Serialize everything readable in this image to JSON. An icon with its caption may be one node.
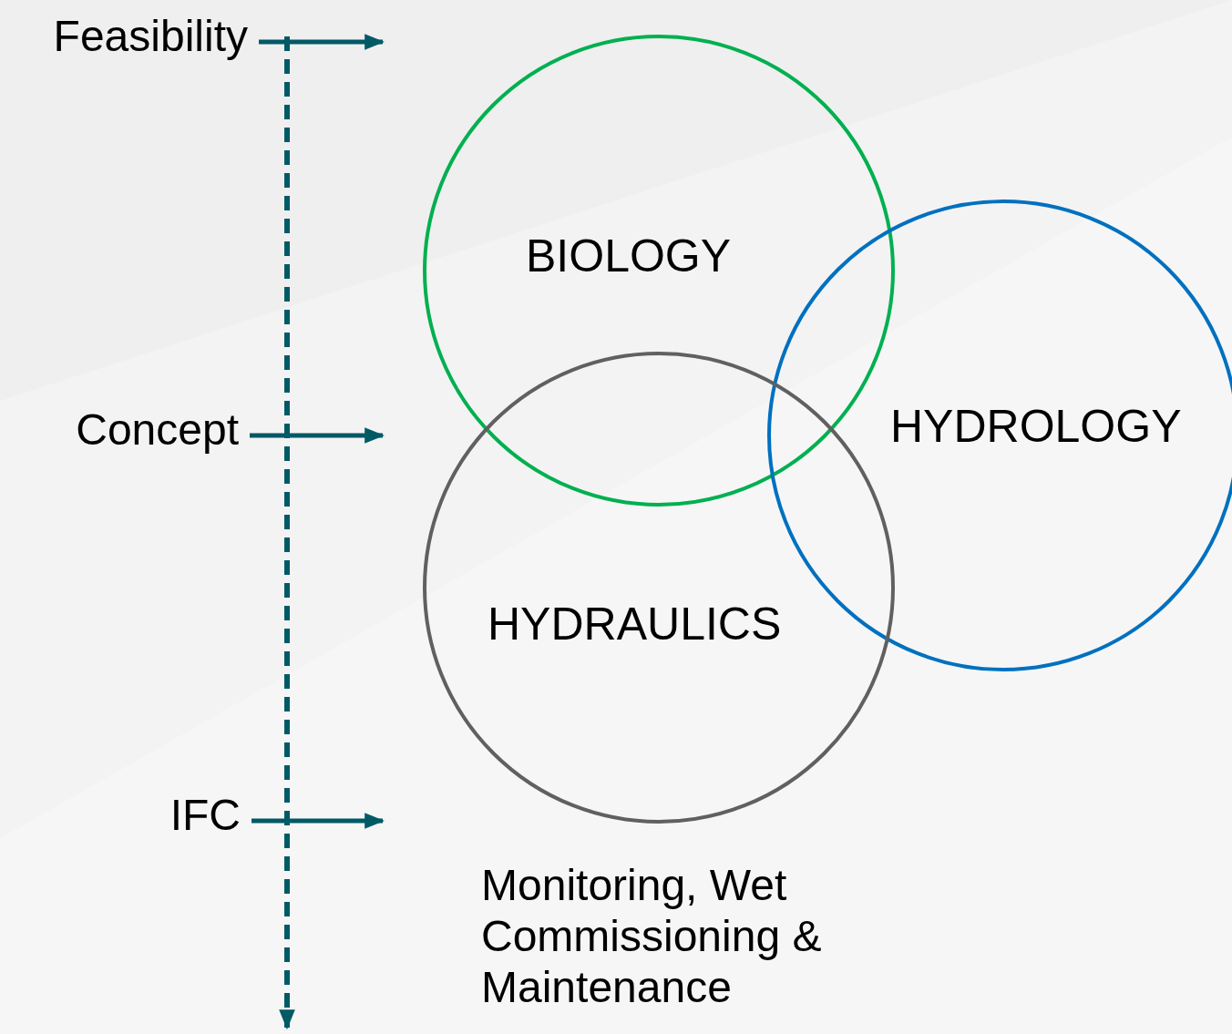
{
  "diagram": {
    "nodes": [
      {
        "text": [
          "Feasibility"
        ]
      },
      {
        "text": [
          "Concept"
        ]
      },
      {
        "text": [
          "IFC"
        ]
      },
      {
        "text": [
          "BIOLOGY"
        ]
      },
      {
        "text": [
          "HYDROLOGY"
        ]
      },
      {
        "text": [
          "HYDRAULICS"
        ]
      }
    ],
    "edges": [
      {
        "from": 0,
        "to": 3,
        "arrow": "to"
      },
      {
        "from": 1,
        "to": 3,
        "arrow": "to"
      },
      {
        "from": 2,
        "to": 5,
        "arrow": "to"
      }
    ],
    "labels": [
      "Monitoring, Wet Commissioning & Maintenance"
    ]
  }
}
